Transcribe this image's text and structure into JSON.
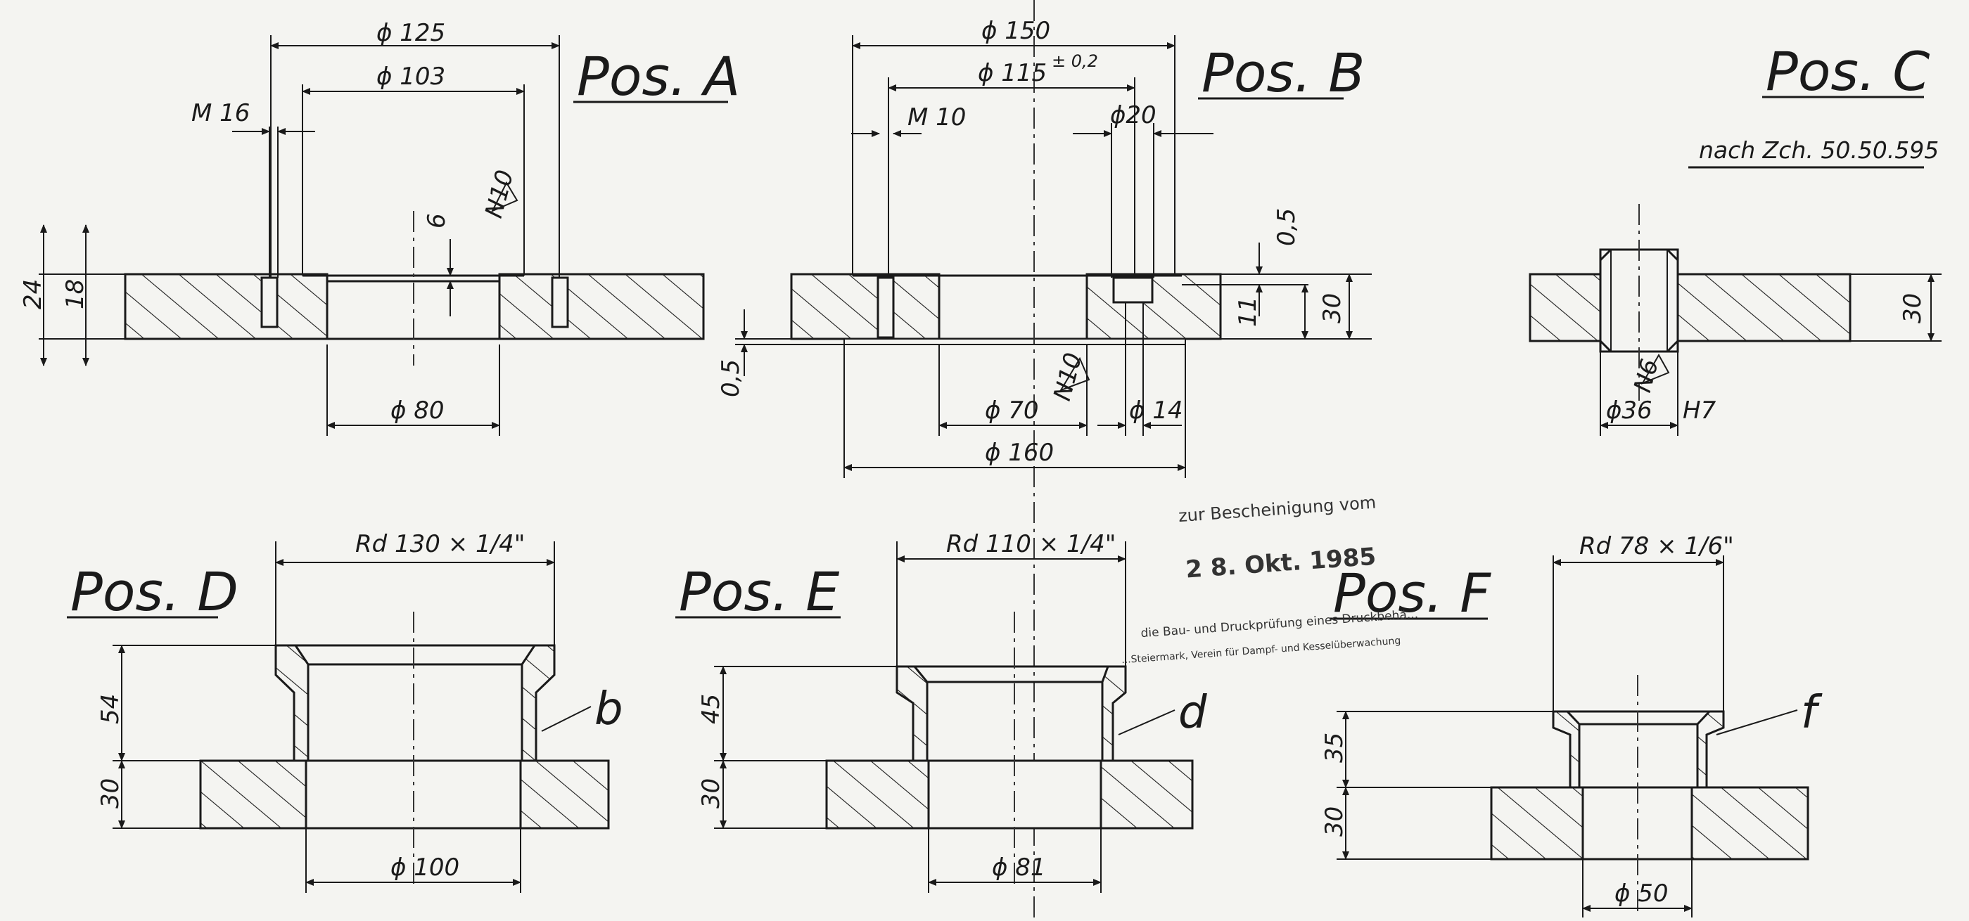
{
  "pos_a": {
    "title": "Pos. A",
    "dims": {
      "d125": "ϕ 125",
      "d103": "ϕ 103",
      "m16": "M 16",
      "d80": "ϕ 80",
      "h24": "24",
      "h18": "18",
      "h6": "6",
      "finish": "N10"
    }
  },
  "pos_b": {
    "title": "Pos. B",
    "dims": {
      "d150": "ϕ 150",
      "d115": "ϕ 115",
      "tol": "± 0,2",
      "m10": "M 10",
      "d20": "ϕ20",
      "h05a": "0,5",
      "h11": "11",
      "h30": "30",
      "h05b": "0,5",
      "d70": "ϕ 70",
      "d14": "ϕ 14",
      "d160": "ϕ 160",
      "finish": "N10"
    }
  },
  "pos_c": {
    "title": "Pos. C",
    "ref": "nach Zch. 50.50.595",
    "dims": {
      "h30": "30",
      "d36": "ϕ36",
      "fit": "H7",
      "finish": "N6"
    }
  },
  "pos_d": {
    "title": "Pos. D",
    "dims": {
      "thread": "Rd 130 × 1/4\"",
      "h54": "54",
      "h30": "30",
      "d100": "ϕ 100"
    },
    "letter": "b"
  },
  "pos_e": {
    "title": "Pos. E",
    "dims": {
      "thread": "Rd 110 × 1/4\"",
      "h45": "45",
      "h30": "30",
      "d81": "ϕ 81"
    },
    "letter": "d"
  },
  "pos_f": {
    "title": "Pos. F",
    "dims": {
      "thread": "Rd 78 × 1/6\"",
      "h35": "35",
      "h30": "30",
      "d50": "ϕ 50"
    },
    "letter": "f"
  },
  "stamp": {
    "line1": "zur Bescheinigung vom",
    "date": "2 8. Okt. 1985",
    "line3": "die Bau- und Druckprüfung eines Druckbehä...",
    "line4": "...Steiermark, Verein für Dampf- und Kesselüberwachung"
  }
}
